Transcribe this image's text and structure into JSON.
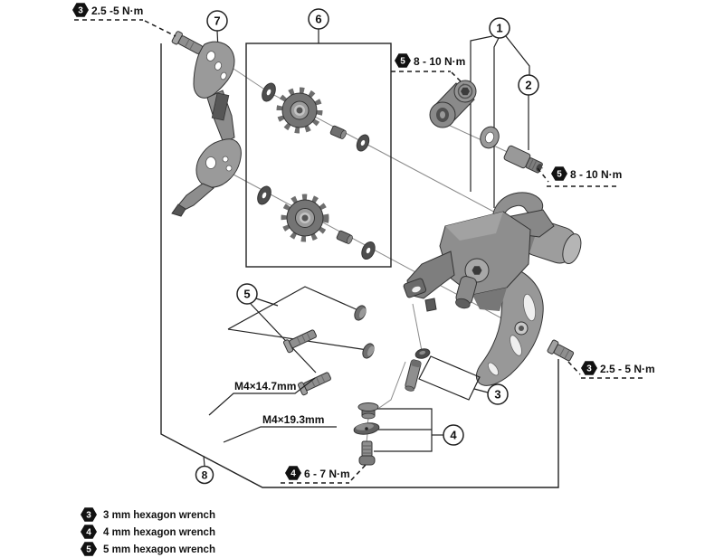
{
  "diagram": {
    "type": "exploded-parts-diagram",
    "subject": "rear-derailleur",
    "callouts": [
      {
        "number": "1"
      },
      {
        "number": "2"
      },
      {
        "number": "3"
      },
      {
        "number": "4"
      },
      {
        "number": "5"
      },
      {
        "number": "6"
      },
      {
        "number": "7"
      },
      {
        "number": "8"
      }
    ],
    "torque_labels": [
      {
        "tool_size": "3",
        "torque": "2.5 -5 N·m"
      },
      {
        "tool_size": "5",
        "torque": "8 - 10 N·m"
      },
      {
        "tool_size": "5",
        "torque": "8 - 10 N·m"
      },
      {
        "tool_size": "3",
        "torque": "2.5 - 5 N·m"
      },
      {
        "tool_size": "4",
        "torque": "6 - 7 N·m"
      }
    ],
    "dimension_labels": [
      {
        "text": "M4×14.7mm"
      },
      {
        "text": "M4×19.3mm"
      }
    ],
    "legend": [
      {
        "tool_size": "3",
        "label": "3 mm hexagon wrench"
      },
      {
        "tool_size": "4",
        "label": "4 mm hexagon wrench"
      },
      {
        "tool_size": "5",
        "label": "5 mm hexagon wrench"
      }
    ],
    "colors": {
      "line": "#1a1a1a",
      "part_fill": "#8f8f8f",
      "background": "#ffffff"
    }
  }
}
